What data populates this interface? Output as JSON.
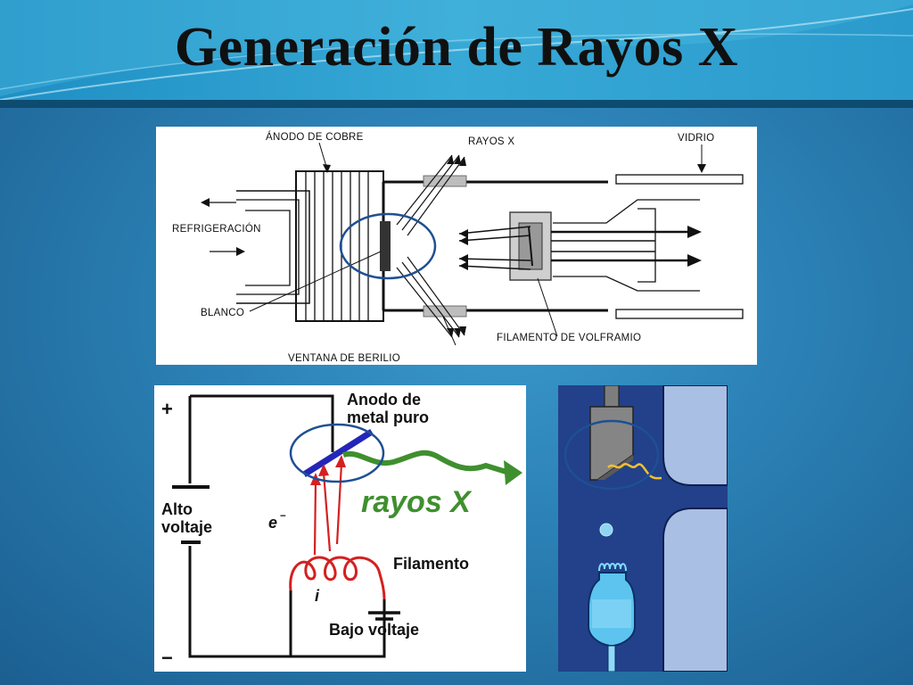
{
  "slide": {
    "title": "Generación de Rayos X"
  },
  "tube_diagram": {
    "labels": {
      "anode": "ÁNODO DE COBRE",
      "xrays": "RAYOS X",
      "glass": "VIDRIO",
      "cooling": "REFRIGERACIÓN",
      "target": "BLANCO",
      "filament": "FILAMENTO DE VOLFRAMIO",
      "window": "VENTANA DE BERILIO"
    }
  },
  "circuit_diagram": {
    "labels": {
      "anode": "Anodo de",
      "anode_line2": "metal puro",
      "high_voltage": "Alto",
      "high_voltage_line2": "voltaje",
      "electrons": "e",
      "electrons_sup": "−",
      "xrays": "rayos X",
      "filament": "Filamento",
      "current": "i",
      "low_voltage": "Bajo voltaje",
      "plus": "+",
      "minus": "−"
    },
    "colors": {
      "anode": "#2326b8",
      "electron_beam": "#d42020",
      "xray_wave": "#3f8f2f"
    }
  },
  "tube_closeup": {
    "icons": [
      "cathode-icon",
      "anode-target-icon",
      "electron-dot-icon",
      "xray-squiggle-icon"
    ],
    "colors": {
      "background": "#22418a",
      "glass": "#a9bfe3",
      "xray": "#f2c12e"
    }
  },
  "highlight_color": "#1f4f93"
}
